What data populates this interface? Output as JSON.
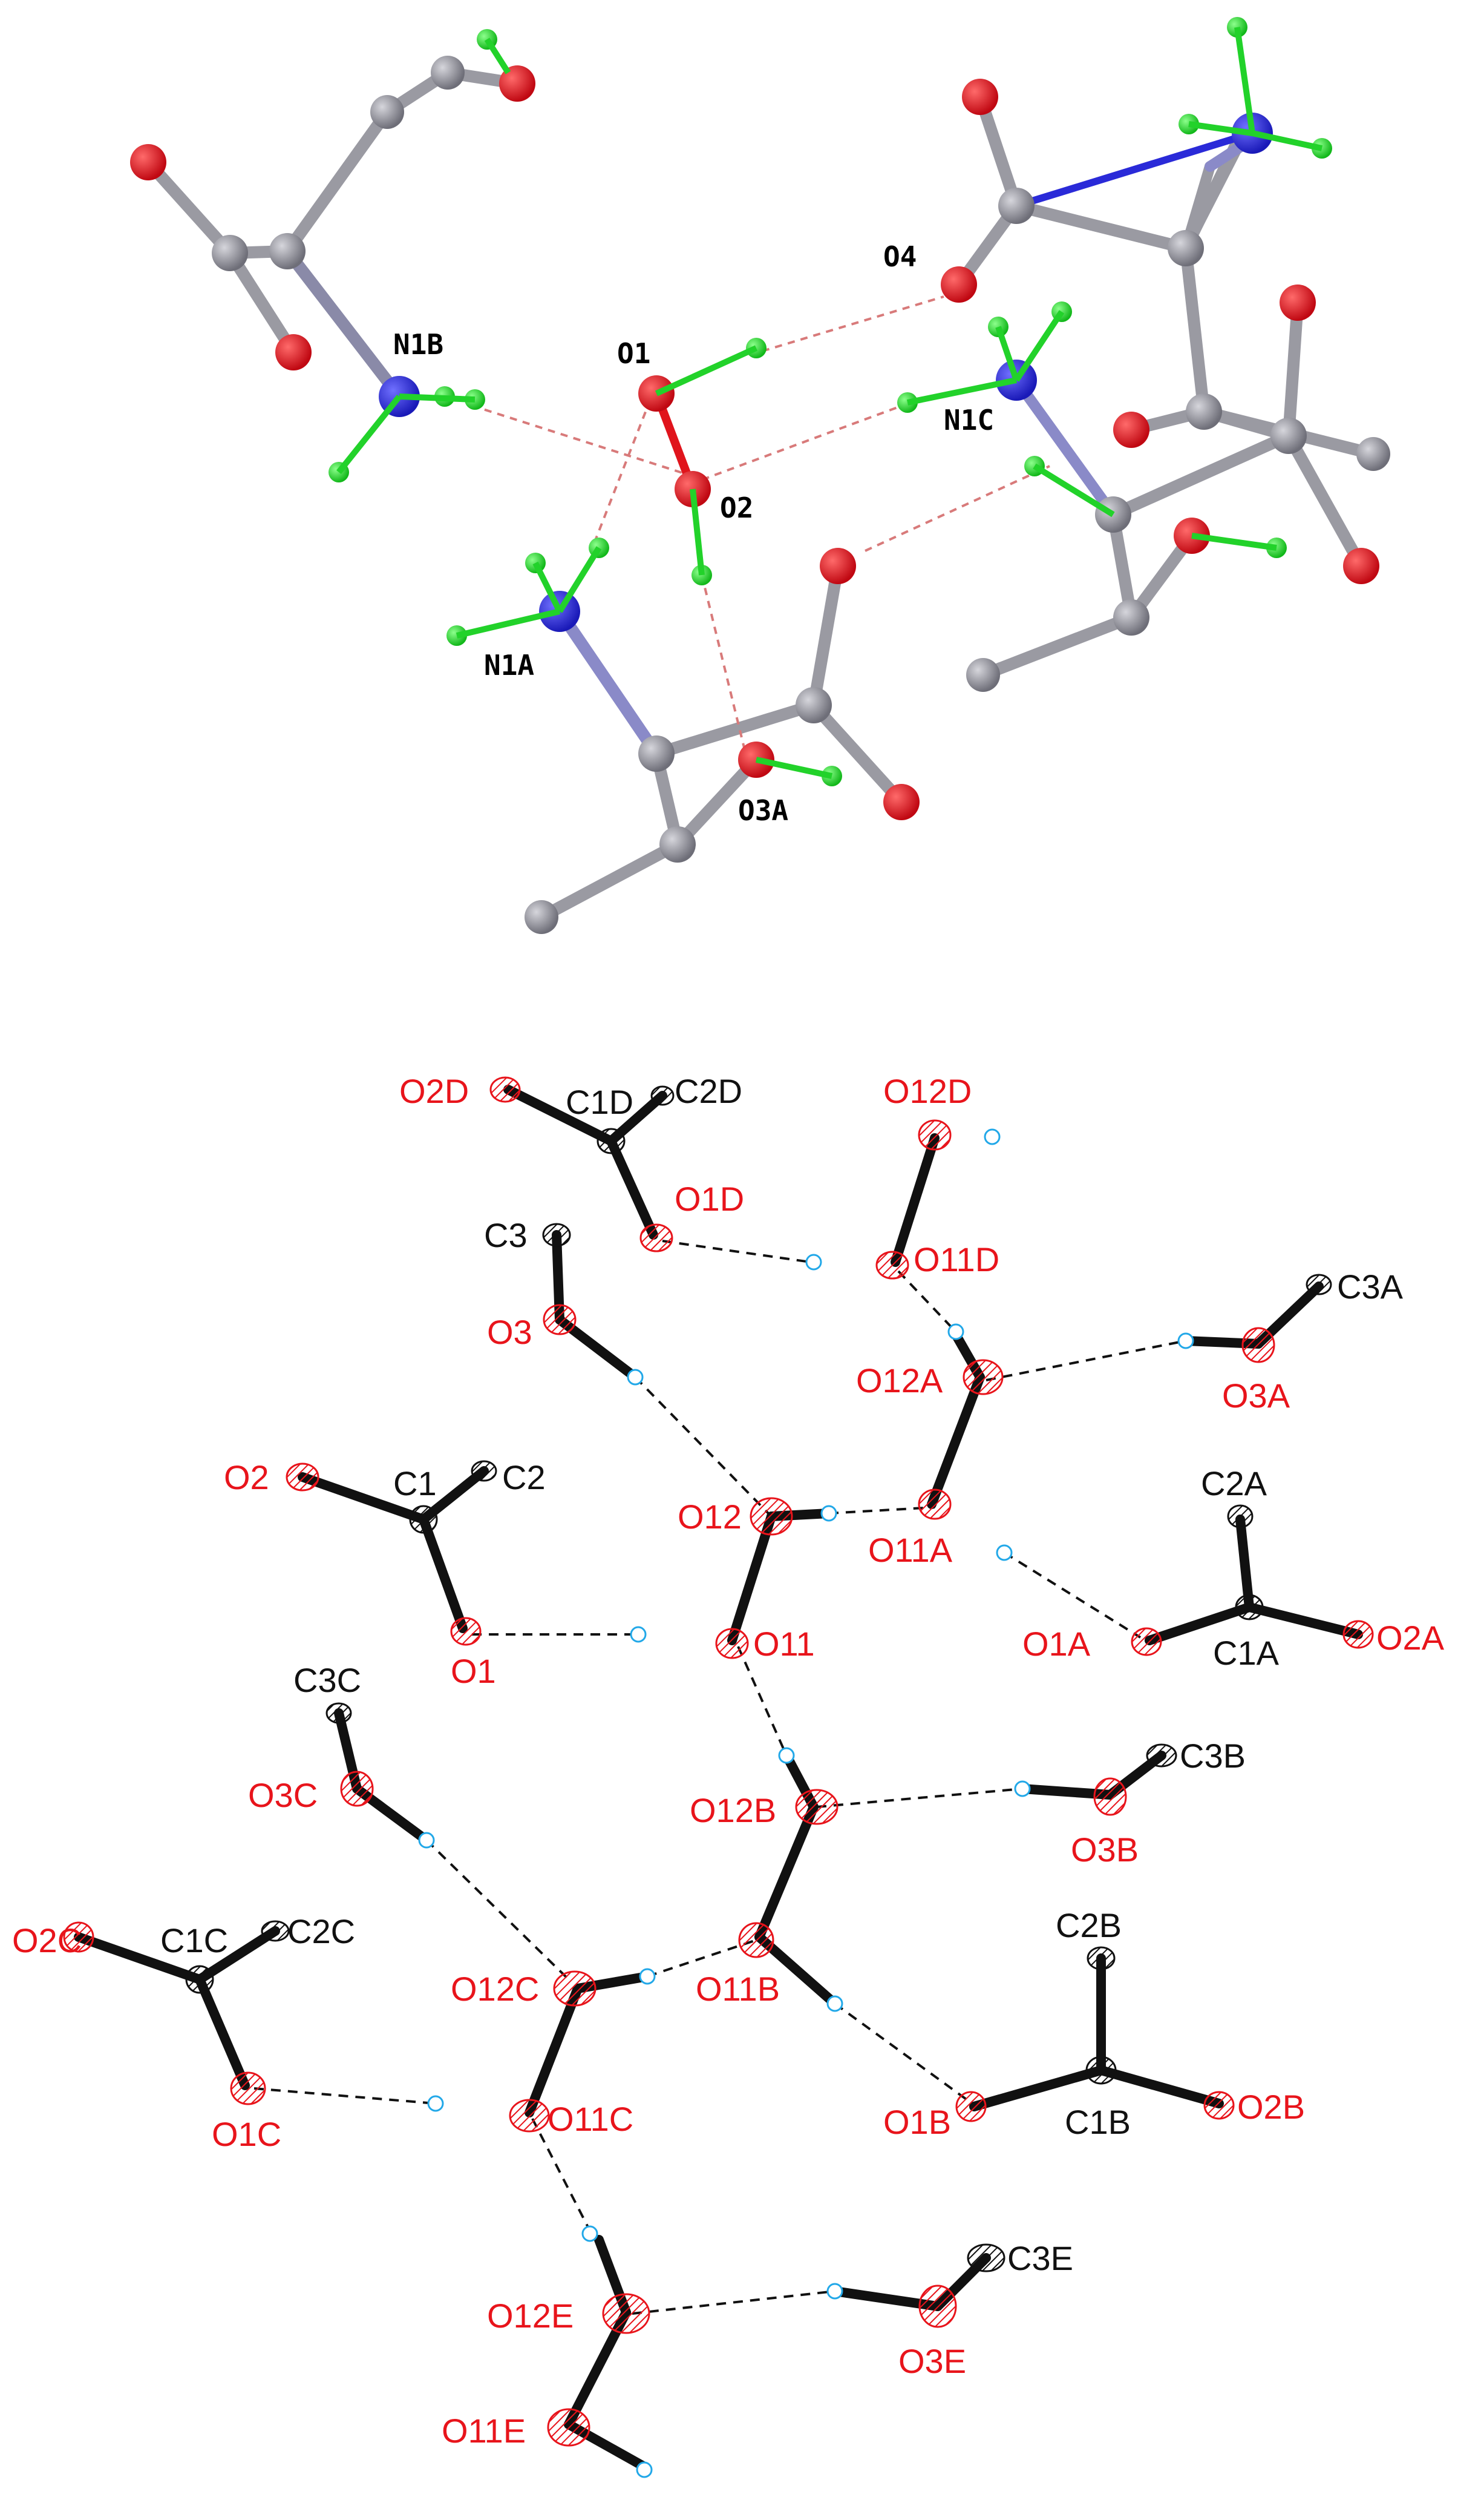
{
  "panel_top": {
    "labels": {
      "n1b": "N1B",
      "o1": "O1",
      "o4": "O4",
      "n1c": "N1C",
      "o2": "O2",
      "n1a": "N1A",
      "o3a": "O3A"
    },
    "colors": {
      "carbon": "#8c8c94",
      "oxygen": "#e0141c",
      "nitrogen": "#2a2ad8",
      "hydrogen": "#22d22a",
      "hbond": "#d87a7a"
    }
  },
  "panel_bottom": {
    "labels": {
      "o2d": "O2D",
      "c1d": "C1D",
      "c2d": "C2D",
      "o12d": "O12D",
      "o1d": "O1D",
      "o11d": "O11D",
      "c3": "C3",
      "o3": "O3",
      "o12a": "O12A",
      "c3a": "C3A",
      "o3a": "O3A",
      "o2": "O2",
      "c1": "C1",
      "c2": "C2",
      "o12": "O12",
      "o11a": "O11A",
      "c2a": "C2A",
      "o1": "O1",
      "o11": "O11",
      "o1a": "O1A",
      "c1a": "C1A",
      "o2a": "O2A",
      "c3c": "C3C",
      "o3c": "O3C",
      "o12b": "O12B",
      "c3b": "C3B",
      "o3b": "O3B",
      "o2c": "O2C",
      "c1c": "C1C",
      "c2c": "C2C",
      "o12c": "O12C",
      "o11b": "O11B",
      "c2b": "C2B",
      "o1c": "O1C",
      "o11c": "O11C",
      "o1b": "O1B",
      "c1b": "C1B",
      "o2b": "O2B",
      "o12e": "O12E",
      "o3e": "O3E",
      "c3e": "C3E",
      "o11e": "O11E"
    },
    "colors": {
      "oxygen_label": "#e8141b",
      "carbon_label": "#111111",
      "bond": "#111111",
      "hydrogen": "#22a8e8"
    }
  }
}
